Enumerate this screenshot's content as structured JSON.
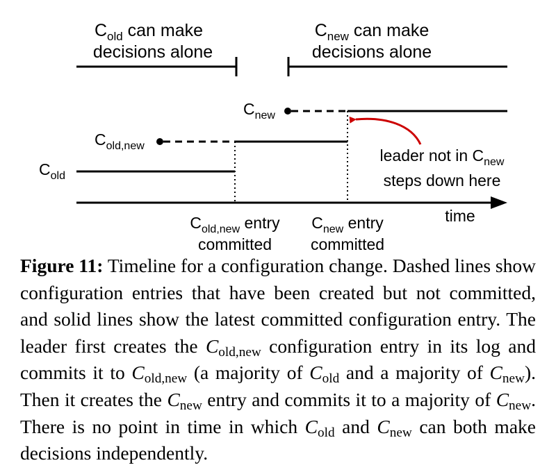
{
  "diagram": {
    "header_old_line1_pre": "C",
    "header_old_line1_sub": "old",
    "header_old_line1_post": " can make",
    "header_old_line2": "decisions alone",
    "header_new_line1_pre": "C",
    "header_new_line1_sub": "new",
    "header_new_line1_post": " can make",
    "header_new_line2": "decisions alone",
    "label_cnew_pre": "C",
    "label_cnew_sub": "new",
    "label_coldnew_pre": "C",
    "label_coldnew_sub": "old,new",
    "label_cold_pre": "C",
    "label_cold_sub": "old",
    "annotation_line1_pre": "leader not in C",
    "annotation_line1_sub": "new",
    "annotation_line2": "steps down here",
    "axis_label": "time",
    "marker1_line1_pre": "C",
    "marker1_line1_sub": "old,new",
    "marker1_line1_post": " entry",
    "marker1_line2": "committed",
    "marker2_line1_pre": "C",
    "marker2_line1_sub": "new",
    "marker2_line1_post": " entry",
    "marker2_line2": "committed",
    "arrow_color": "#cc0000"
  },
  "caption": {
    "figure_label": "Figure 11:",
    "t1": " Timeline for a configuration change. Dashed lines show configuration entries that have been created but not committed, and solid lines show the latest committed configuration entry. The leader first creates the ",
    "v1": "C",
    "s1": "old,new",
    "t2": " configuration entry in its log and commits it to ",
    "v2": "C",
    "s2": "old,new",
    "t3": " (a majority of ",
    "v3": "C",
    "s3": "old",
    "t4": " and a majority of ",
    "v4": "C",
    "s4": "new",
    "t5": "). Then it creates the ",
    "v5": "C",
    "s5": "new",
    "t6": " entry and commits it to a majority of ",
    "v6": "C",
    "s6": "new",
    "t7": ". There is no point in time in which ",
    "v7": "C",
    "s7": "old",
    "t8": " and ",
    "v8": "C",
    "s8": "new",
    "t9": " can both make decisions independently."
  }
}
